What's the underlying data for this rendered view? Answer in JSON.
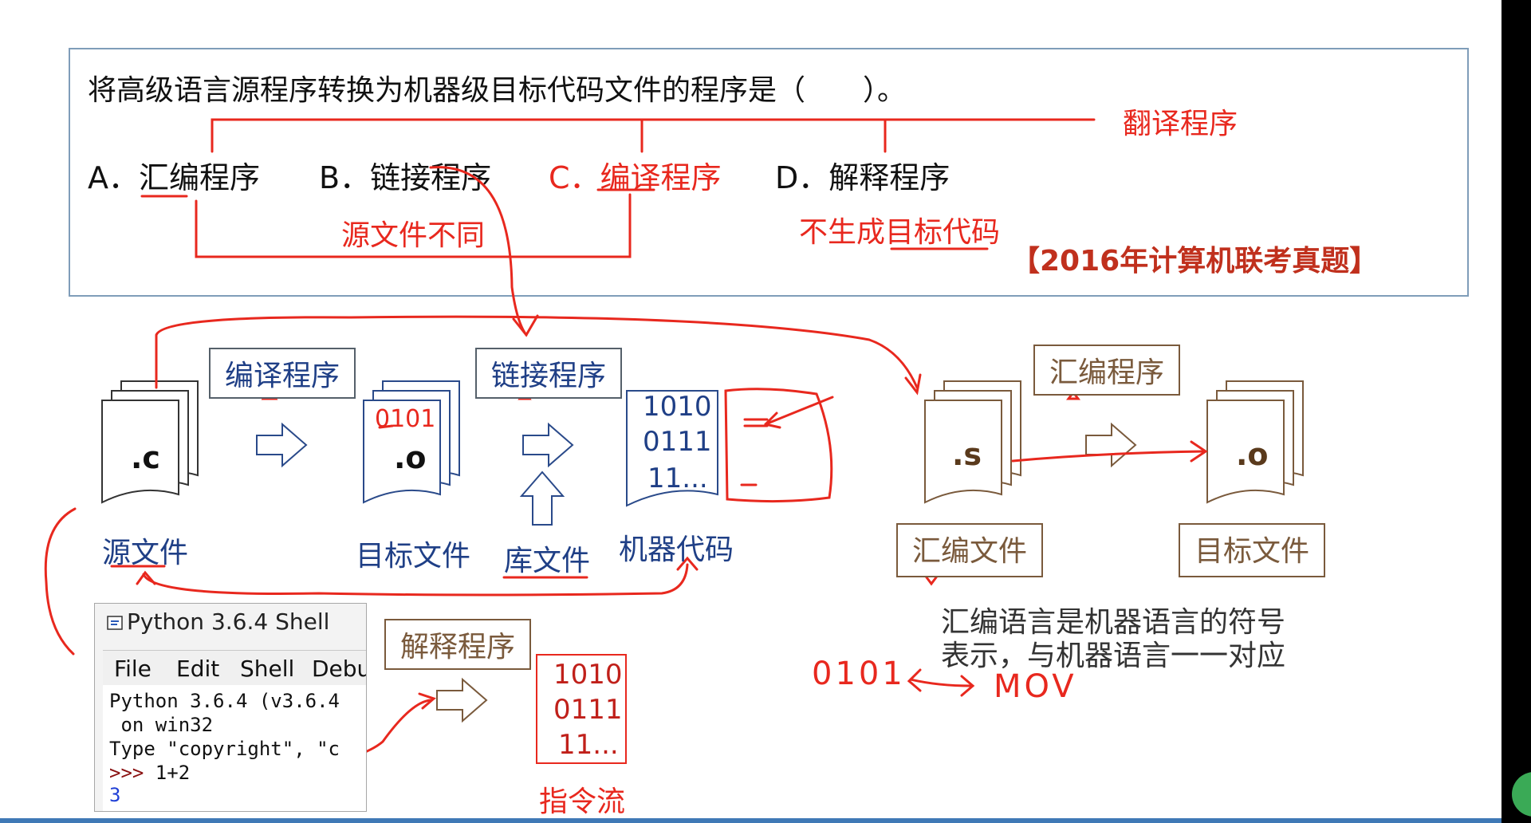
{
  "question": {
    "text": "将高级语言源程序转换为机器级目标代码文件的程序是（　　）。",
    "options": [
      {
        "letter": "A．",
        "label": "汇编程序"
      },
      {
        "letter": "B．",
        "label": "链接程序"
      },
      {
        "letter": "C．",
        "label": "编译程序"
      },
      {
        "letter": "D．",
        "label": "解释程序"
      }
    ],
    "answer_note": "翻译程序",
    "note_ac": "源文件不同",
    "note_d": "不生成目标代码",
    "source": "【2016年计算机联考真题】"
  },
  "diagram": {
    "compiler_label": "编译程序",
    "linker_label": "链接程序",
    "assembler_label": "汇编程序",
    "interpreter_label": "解释程序",
    "source_ext": ".c",
    "object_ext": ".o",
    "asm_ext": ".s",
    "object_ext2": ".o",
    "handwritten_bits": "0101",
    "source_file": "源文件",
    "object_file": "目标文件",
    "library_file": "库文件",
    "machine_code": "机器代码",
    "asm_file": "汇编文件",
    "object_file2": "目标文件",
    "machine_lines": [
      "1010",
      "0111",
      "11..."
    ],
    "instr_lines": [
      "1010",
      "0111",
      "11..."
    ],
    "instr_stream": "指令流",
    "asm_note_line1": "汇编语言是机器语言的符号",
    "asm_note_line2": "表示，与机器语言一一对应",
    "hand_bits": "0101",
    "hand_mov": "MOV"
  },
  "shell": {
    "title": "Python 3.6.4 Shell",
    "menu": [
      "File",
      "Edit",
      "Shell",
      "Debu"
    ],
    "lines": [
      "Python 3.6.4 (v3.6.4",
      " on win32",
      "Type \"copyright\", \"c"
    ],
    "prompt": ">>>",
    "input": " 1+2",
    "result": "3"
  },
  "colors": {
    "annotation_red": "#e8281e",
    "diagram_blue": "#1f3f86",
    "assembler_brown": "#7a5a3c",
    "box_border": "#7f9db9"
  }
}
